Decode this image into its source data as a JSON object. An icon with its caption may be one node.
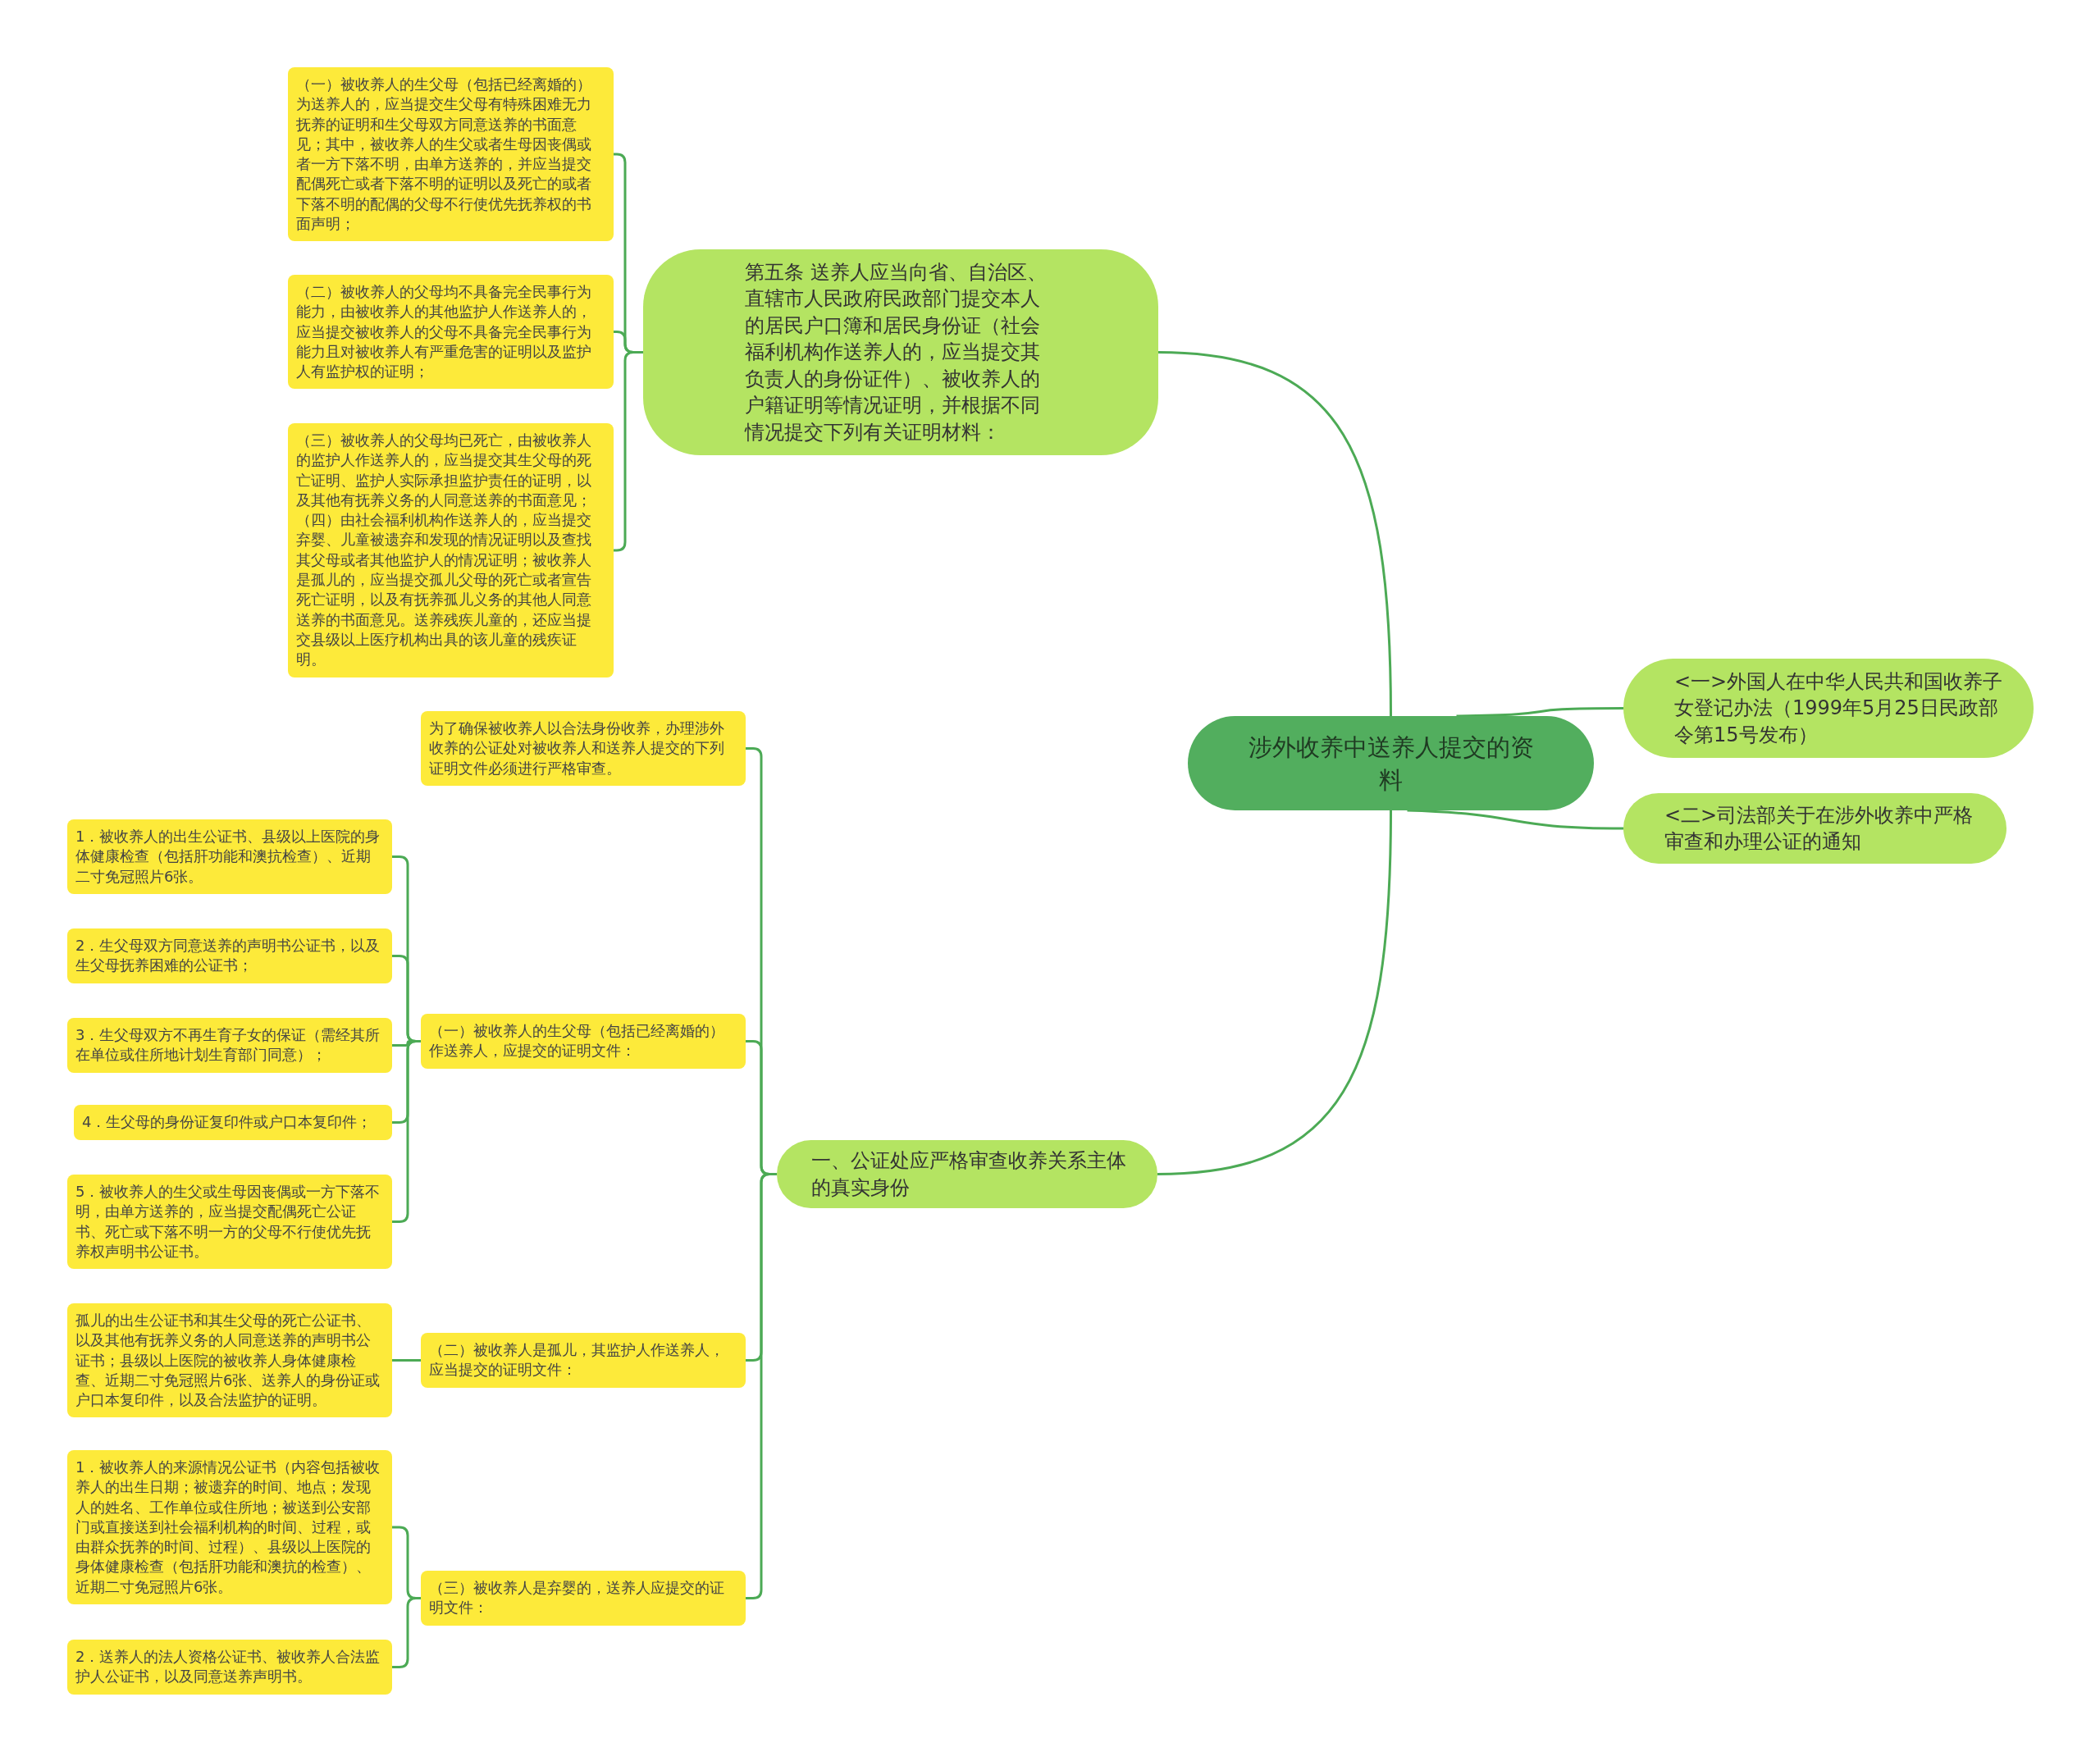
{
  "diagram": {
    "nodes": [
      {
        "text": [
          "涉外收养中送养人提交的资料"
        ]
      },
      {
        "text": [
          "第五条 送养人应当向省、自治区、直辖市人民政府民政部门提交本人的居民户口簿和居民身份证（社会福利机构作送养人的，应当提交其负责人的身份证件）、被收养人的户籍证明等情况证明，并根据不同情况提交下列有关证明材料："
        ]
      },
      {
        "text": [
          "（一）被收养人的生父母（包括已经离婚的）为送养人的，应当提交生父母有特殊困难无力抚养的证明和生父母双方同意送养的书面意见；其中，被收养人的生父或者生母因丧偶或者一方下落不明，由单方送养的，并应当提交配偶死亡或者下落不明的证明以及死亡的或者下落不明的配偶的父母不行使优先抚养权的书面声明；"
        ]
      },
      {
        "text": [
          "（二）被收养人的父母均不具备完全民事行为能力，由被收养人的其他监护人作送养人的，应当提交被收养人的父母不具备完全民事行为能力且对被收养人有严重危害的证明以及监护人有监护权的证明；"
        ]
      },
      {
        "text": [
          "（三）被收养人的父母均已死亡，由被收养人的监护人作送养人的，应当提交其生父母的死亡证明、监护人实际承担监护责任的证明，以及其他有抚养义务的人同意送养的书面意见；",
          "（四）由社会福利机构作送养人的，应当提交弃婴、儿童被遗弃和发现的情况证明以及查找其父母或者其他监护人的情况证明；被收养人是孤儿的，应当提交孤儿父母的死亡或者宣告死亡证明，以及有抚养孤儿义务的其他人同意送养的书面意见。送养残疾儿童的，还应当提交县级以上医疗机构出具的该儿童的残疾证明。"
        ]
      },
      {
        "text": [
          "<一>外国人在中华人民共和国收养子女登记办法（1999年5月25日民政部令第15号发布）"
        ]
      },
      {
        "text": [
          "<二>司法部关于在涉外收养中严格审查和办理公证的通知"
        ]
      },
      {
        "text": [
          "一、公证处应严格审查收养关系主体的真实身份"
        ]
      },
      {
        "text": [
          "为了确保被收养人以合法身份收养，办理涉外收养的公证处对被收养人和送养人提交的下列证明文件必须进行严格审查。"
        ]
      },
      {
        "text": [
          "（一）被收养人的生父母（包括已经离婚的）作送养人，应提交的证明文件："
        ]
      },
      {
        "text": [
          "1．被收养人的出生公证书、县级以上医院的身体健康检查（包括肝功能和澳抗检查）、近期二寸免冠照片6张。"
        ]
      },
      {
        "text": [
          "2．生父母双方同意送养的声明书公证书，以及生父母抚养困难的公证书；"
        ]
      },
      {
        "text": [
          "3．生父母双方不再生育子女的保证（需经其所在单位或住所地计划生育部门同意）；"
        ]
      },
      {
        "text": [
          "4．生父母的身份证复印件或户口本复印件；"
        ]
      },
      {
        "text": [
          "5．被收养人的生父或生母因丧偶或一方下落不明，由单方送养的，应当提交配偶死亡公证书、死亡或下落不明一方的父母不行使优先抚养权声明书公证书。"
        ]
      },
      {
        "text": [
          "（二）被收养人是孤儿，其监护人作送养人，应当提交的证明文件："
        ]
      },
      {
        "text": [
          "孤儿的出生公证书和其生父母的死亡公证书、以及其他有抚养义务的人同意送养的声明书公证书；县级以上医院的被收养人身体健康检查、近期二寸免冠照片6张、送养人的身份证或户口本复印件，以及合法监护的证明。"
        ]
      },
      {
        "text": [
          "（三）被收养人是弃婴的，送养人应提交的证明文件："
        ]
      },
      {
        "text": [
          "1．被收养人的来源情况公证书（内容包括被收养人的出生日期；被遗弃的时间、地点；发现人的姓名、工作单位或住所地；被送到公安部门或直接送到社会福利机构的时间、过程，或由群众抚养的时间、过程）、县级以上医院的身体健康检查（包括肝功能和澳抗的检查）、近期二寸免冠照片6张。"
        ]
      },
      {
        "text": [
          "2．送养人的法人资格公证书、被收养人合法监护人公证书，以及同意送养声明书。"
        ]
      }
    ],
    "edges": [
      {
        "from": 0,
        "to": 1,
        "arrow": "none"
      },
      {
        "from": 1,
        "to": 2,
        "arrow": "none"
      },
      {
        "from": 1,
        "to": 3,
        "arrow": "none"
      },
      {
        "from": 1,
        "to": 4,
        "arrow": "none"
      },
      {
        "from": 0,
        "to": 5,
        "arrow": "none"
      },
      {
        "from": 0,
        "to": 6,
        "arrow": "none"
      },
      {
        "from": 0,
        "to": 7,
        "arrow": "none"
      },
      {
        "from": 7,
        "to": 8,
        "arrow": "none"
      },
      {
        "from": 7,
        "to": 9,
        "arrow": "none"
      },
      {
        "from": 7,
        "to": 15,
        "arrow": "none"
      },
      {
        "from": 7,
        "to": 17,
        "arrow": "none"
      },
      {
        "from": 9,
        "to": 10,
        "arrow": "none"
      },
      {
        "from": 9,
        "to": 11,
        "arrow": "none"
      },
      {
        "from": 9,
        "to": 12,
        "arrow": "none"
      },
      {
        "from": 9,
        "to": 13,
        "arrow": "none"
      },
      {
        "from": 9,
        "to": 14,
        "arrow": "none"
      },
      {
        "from": 15,
        "to": 16,
        "arrow": "none"
      },
      {
        "from": 17,
        "to": 18,
        "arrow": "none"
      },
      {
        "from": 17,
        "to": 19,
        "arrow": "none"
      }
    ]
  }
}
